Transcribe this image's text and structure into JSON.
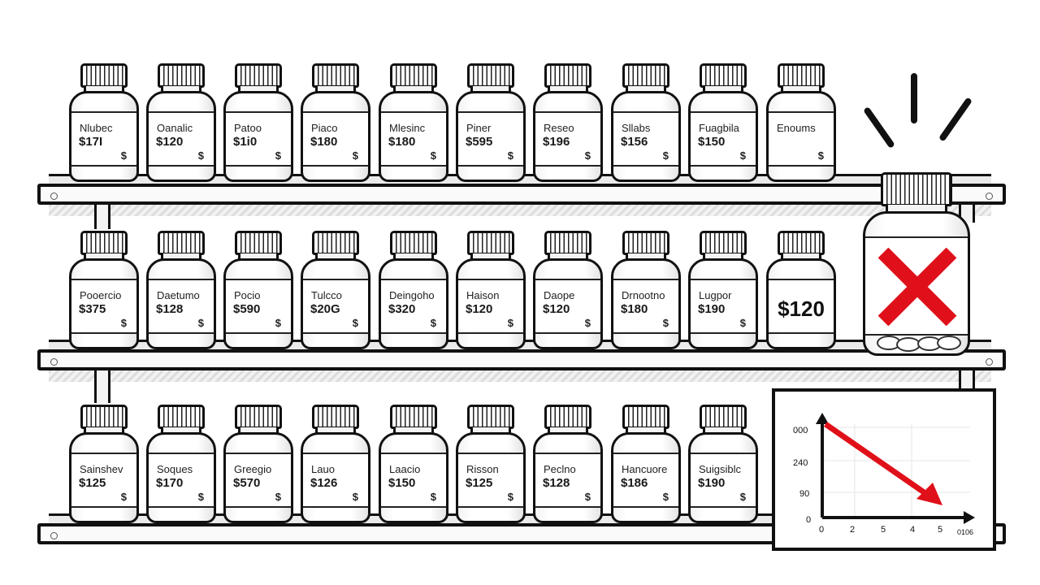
{
  "scene": {
    "description": "Illustrated pharmacy shelf with priced medicine bottles, one highlighted bottle crossed out, and a declining price chart",
    "accent_red": "#e0101a",
    "line_color": "#111111"
  },
  "shelves": [
    {
      "id": "top",
      "bottles": [
        {
          "name": "Nlubec",
          "price": "$17I",
          "badge": "$"
        },
        {
          "name": "Oanalic",
          "price": "$120",
          "badge": "$"
        },
        {
          "name": "Patoo",
          "price": "$1i0",
          "badge": "$"
        },
        {
          "name": "Piaco",
          "price": "$180",
          "badge": "$"
        },
        {
          "name": "Mlesinc",
          "price": "$180",
          "badge": "$"
        },
        {
          "name": "Piner",
          "price": "$595",
          "badge": "$"
        },
        {
          "name": "Reseo",
          "price": "$196",
          "badge": "$"
        },
        {
          "name": "Sllabs",
          "price": "$156",
          "badge": "$"
        },
        {
          "name": "Fuagbila",
          "price": "$150",
          "badge": "$"
        },
        {
          "name": "Enoums",
          "price": "",
          "badge": "$"
        }
      ]
    },
    {
      "id": "middle",
      "bottles": [
        {
          "name": "Pooercio",
          "price": "$375",
          "badge": "$"
        },
        {
          "name": "Daetumo",
          "price": "$128",
          "badge": "$"
        },
        {
          "name": "Pocio",
          "price": "$590",
          "badge": "$"
        },
        {
          "name": "Tulcco",
          "price": "$20G",
          "badge": "$"
        },
        {
          "name": "Deingoho",
          "price": "$320",
          "badge": "$"
        },
        {
          "name": "Haison",
          "price": "$120",
          "badge": "$"
        },
        {
          "name": "Daope",
          "price": "$120",
          "badge": "$"
        },
        {
          "name": "Drnootno",
          "price": "$180",
          "badge": "$"
        },
        {
          "name": "Lugpor",
          "price": "$190",
          "badge": "$"
        },
        {
          "name": "",
          "price": "$120",
          "badge": "",
          "large_price": true
        }
      ]
    },
    {
      "id": "bottom",
      "bottles": [
        {
          "name": "Sainshev",
          "price": "$125",
          "badge": "$"
        },
        {
          "name": "Soques",
          "price": "$170",
          "badge": "$"
        },
        {
          "name": "Greegio",
          "price": "$570",
          "badge": "$"
        },
        {
          "name": "Lauo",
          "price": "$126",
          "badge": "$"
        },
        {
          "name": "Laacio",
          "price": "$150",
          "badge": "$"
        },
        {
          "name": "Risson",
          "price": "$125",
          "badge": "$"
        },
        {
          "name": "Peclno",
          "price": "$128",
          "badge": "$"
        },
        {
          "name": "Hancuore",
          "price": "$186",
          "badge": "$"
        },
        {
          "name": "Suigsiblc",
          "price": "$190",
          "badge": "$"
        }
      ]
    }
  ],
  "featured_bottle": {
    "icon": "red-x-mark",
    "state": "rejected / unavailable",
    "emphasis": "alert-rays"
  },
  "chart": {
    "type": "line",
    "y_ticks": [
      "000",
      "240",
      "90",
      "0"
    ],
    "x_ticks": [
      "0",
      "2",
      "5",
      "4",
      "5",
      "0106"
    ],
    "trend": "declining red arrow"
  }
}
